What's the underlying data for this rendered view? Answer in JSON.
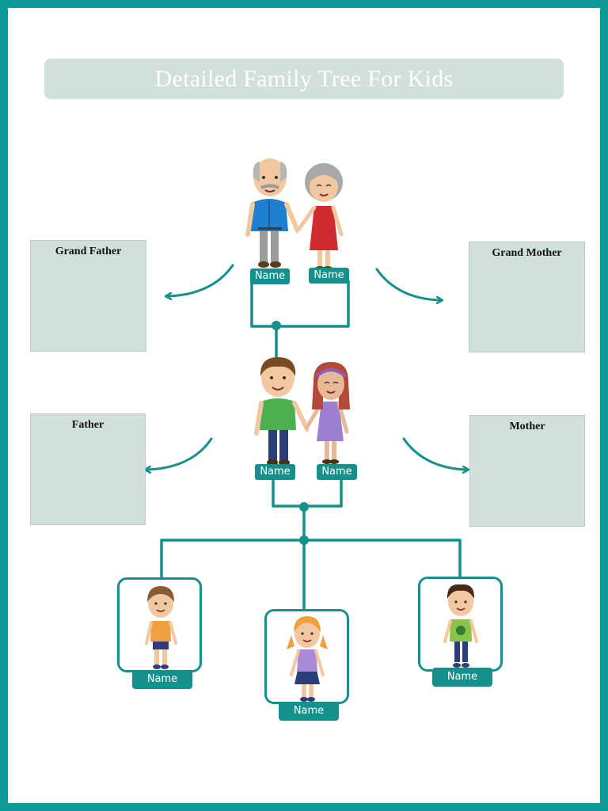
{
  "title": "Detailed Family Tree For Kids",
  "colors": {
    "teal": "#0e9a96",
    "box_fill": "#d1e0da"
  },
  "boxes": {
    "grand_father": "Grand Father",
    "grand_mother": "Grand Mother",
    "father": "Father",
    "mother": "Mother"
  },
  "tags": {
    "grandpa": "Name",
    "grandma": "Name",
    "dad": "Name",
    "mom": "Name",
    "child_left": "Name",
    "child_center": "Name",
    "child_right": "Name"
  },
  "figures": [
    "grandfather-figure",
    "grandmother-figure",
    "father-figure",
    "mother-figure",
    "boy-figure",
    "girl-figure",
    "boy-green-shirt-figure"
  ]
}
